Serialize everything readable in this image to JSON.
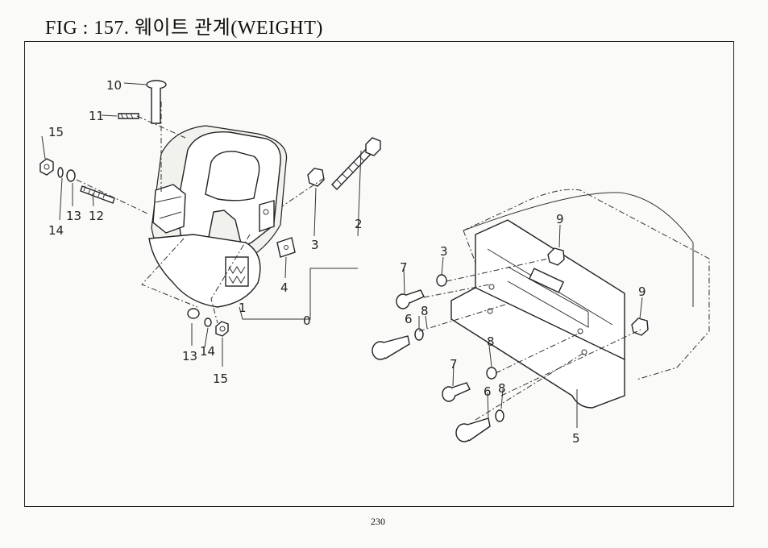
{
  "figure": {
    "title": "FIG : 157. 웨이트 관계(WEIGHT)",
    "page_number": "230"
  },
  "callouts": {
    "c0": "0",
    "c1": "1",
    "c2": "2",
    "c3a": "3",
    "c4": "4",
    "c10": "10",
    "c11": "11",
    "c12": "12",
    "c13a": "13",
    "c14a": "14",
    "c15a": "15",
    "c13b": "13",
    "c14b": "14",
    "c15b": "15",
    "c3b": "3",
    "c5": "5",
    "c6a": "6",
    "c6b": "6",
    "c7a": "7",
    "c7b": "7",
    "c8a": "8",
    "c8b": "8",
    "c8c": "8",
    "c9a": "9",
    "c9b": "9"
  }
}
